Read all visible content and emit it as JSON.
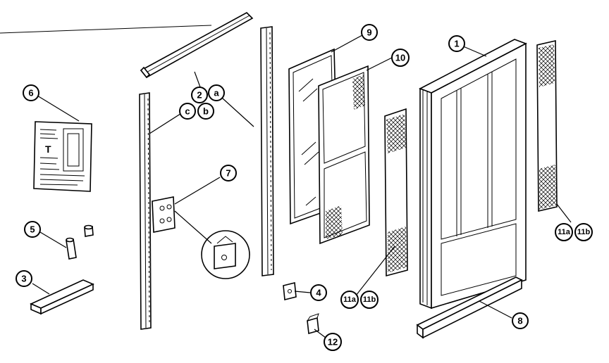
{
  "diagram": {
    "callouts": {
      "c1": "1",
      "c2": "2",
      "c2a": "a",
      "c2b": "b",
      "c2c": "c",
      "c3": "3",
      "c4": "4",
      "c5": "5",
      "c6": "6",
      "c7": "7",
      "c8": "8",
      "c9": "9",
      "c10": "10",
      "c11a_left": "11a",
      "c11b_left": "11b",
      "c11a_right": "11a",
      "c11b_right": "11b",
      "c12": "12"
    },
    "instruction_card": {
      "letter": "T"
    }
  }
}
